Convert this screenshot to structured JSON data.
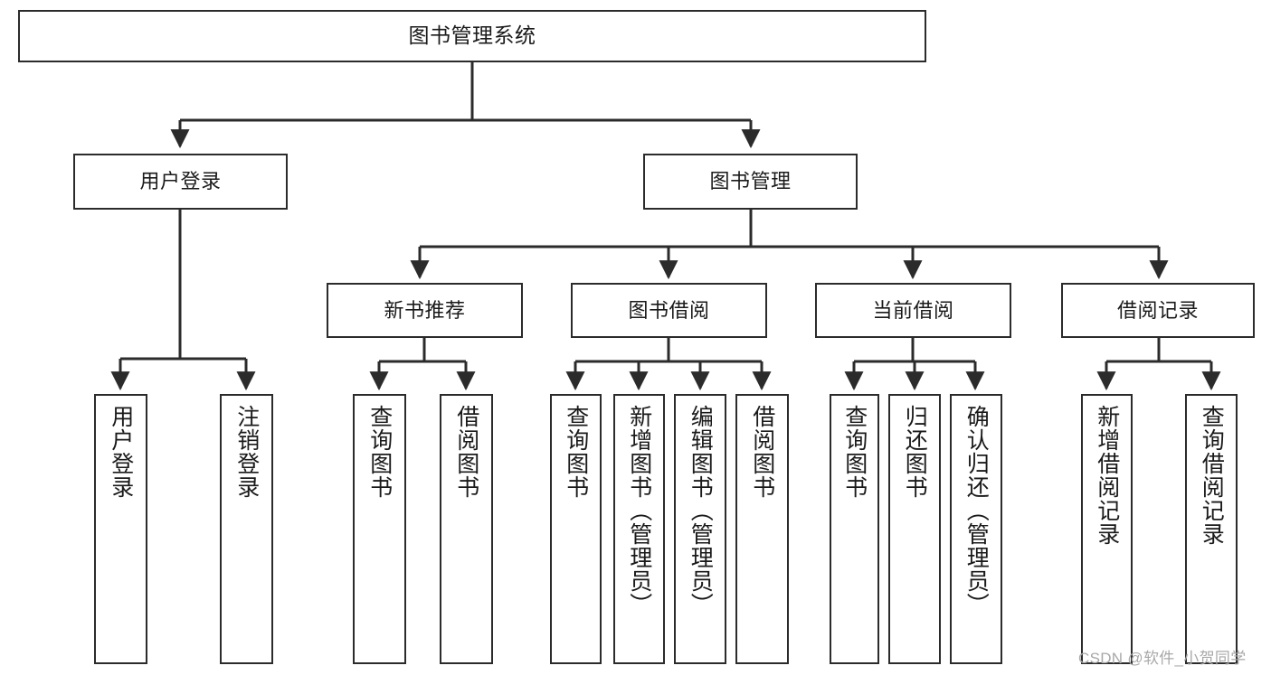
{
  "diagram": {
    "type": "tree",
    "title": "图书管理系统",
    "watermark": "CSDN @软件_小贺同学",
    "colors": {
      "stroke": "#2b2b2b",
      "fill": "#ffffff",
      "text": "#1a1a1a",
      "watermark": "#a8a8a8"
    },
    "levels": {
      "root": {
        "label": "图书管理系统"
      },
      "level2": [
        {
          "label": "用户登录"
        },
        {
          "label": "图书管理"
        }
      ],
      "level3": [
        {
          "label": "新书推荐"
        },
        {
          "label": "图书借阅"
        },
        {
          "label": "当前借阅"
        },
        {
          "label": "借阅记录"
        }
      ],
      "leaves": {
        "user_login": [
          {
            "label": "用户登录"
          },
          {
            "label": "注销登录"
          }
        ],
        "new_book_recommend": [
          {
            "label": "查询图书"
          },
          {
            "label": "借阅图书"
          }
        ],
        "book_borrow": [
          {
            "label": "查询图书"
          },
          {
            "label": "新增图书（管理员）"
          },
          {
            "label": "编辑图书（管理员）"
          },
          {
            "label": "借阅图书"
          }
        ],
        "current_borrow": [
          {
            "label": "查询图书"
          },
          {
            "label": "归还图书"
          },
          {
            "label": "确认归还（管理员）"
          }
        ],
        "borrow_record": [
          {
            "label": "新增借阅记录"
          },
          {
            "label": "查询借阅记录"
          }
        ]
      }
    }
  }
}
